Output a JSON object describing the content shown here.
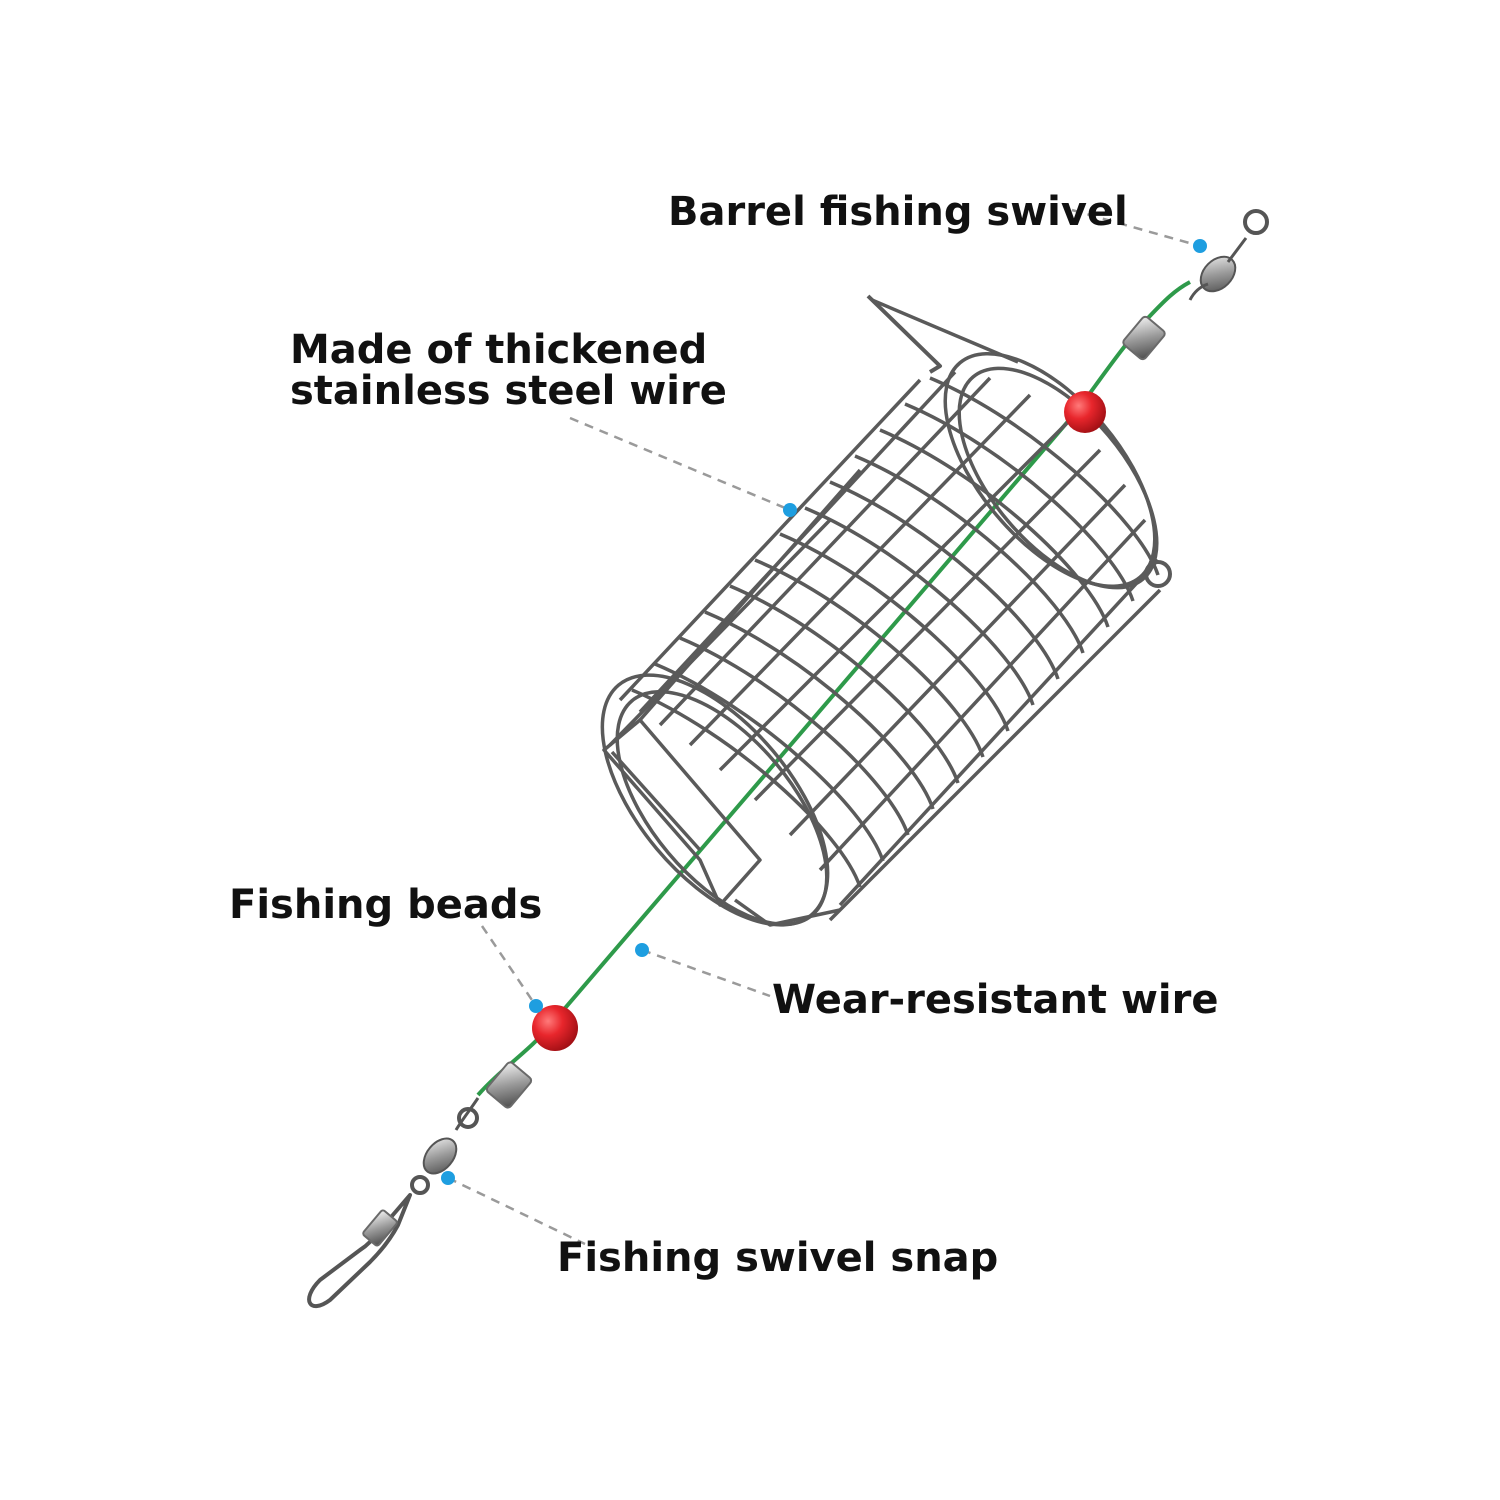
{
  "labels": {
    "barrel_swivel": "Barrel fishing swivel",
    "steel_wire_line1": "Made of thickened",
    "steel_wire_line2": "stainless steel wire",
    "fishing_beads": "Fishing beads",
    "wear_resistant_wire": "Wear-resistant wire",
    "swivel_snap": "Fishing swivel snap"
  },
  "colors": {
    "leader_line": "#2e9a4a",
    "bead": "#e8262c",
    "marker_dot": "#1e9ee0",
    "cage_wire": "#5a5a5a",
    "callout_dash": "#9a9a9a"
  }
}
